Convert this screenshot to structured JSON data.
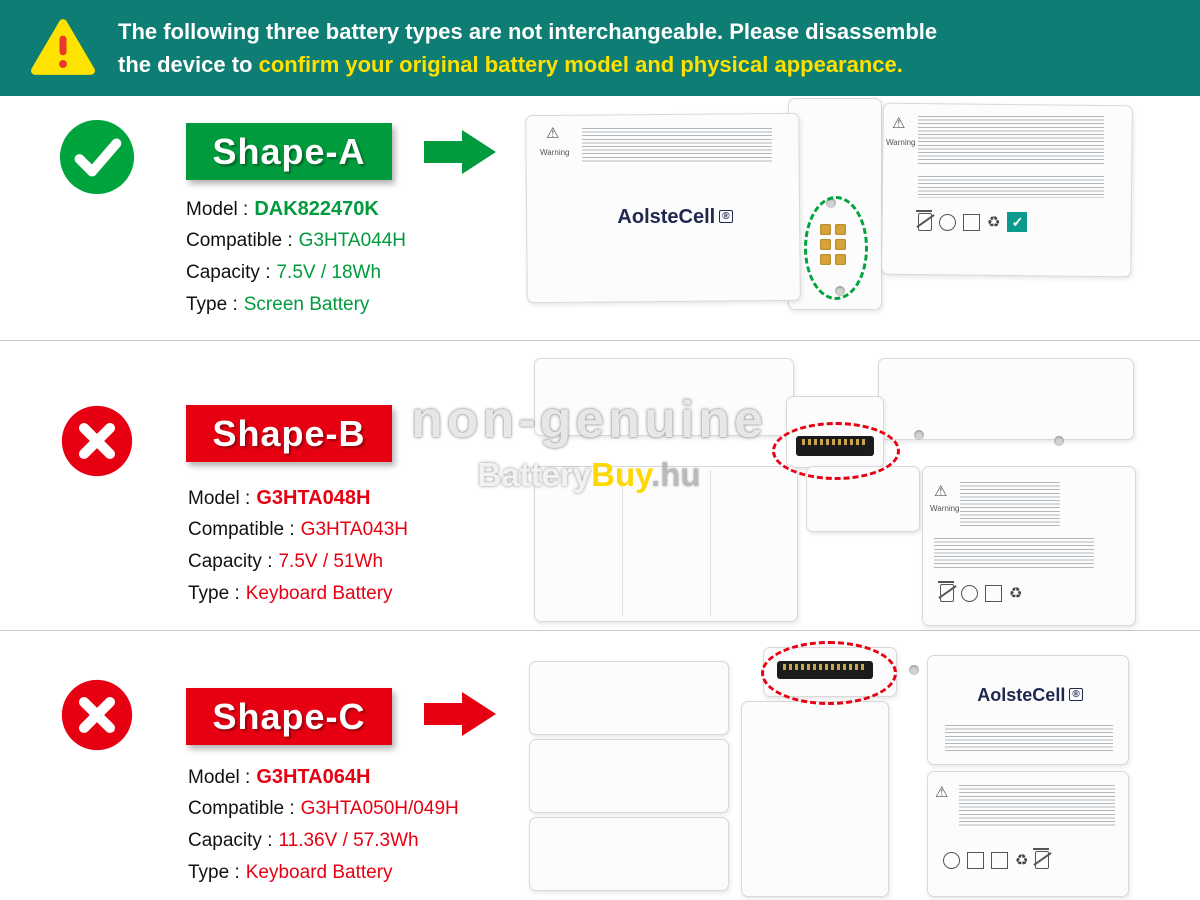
{
  "banner": {
    "line1": "The following three battery types are not interchangeable. Please disassemble",
    "line2_prefix": "the device to ",
    "line2_highlight": "confirm your original battery model and physical appearance."
  },
  "watermark": {
    "title": "non-genuine",
    "brand_part1": "Battery",
    "brand_part2": "Buy",
    "brand_part3": ".hu"
  },
  "glyphs": {
    "warning": "⚠",
    "check": "✓",
    "recycle": "♻"
  },
  "battery_brand": {
    "name": "AolsteCell",
    "reg": "®"
  },
  "warning_text": "Warning",
  "rows": [
    {
      "shape": "Shape-A",
      "verdict": "compatible",
      "fields": [
        {
          "label": "Model :",
          "value": "DAK822470K"
        },
        {
          "label": "Compatible :",
          "value": "G3HTA044H"
        },
        {
          "label": "Capacity :",
          "value": "7.5V / 18Wh"
        },
        {
          "label": "Type :",
          "value": "Screen Battery"
        }
      ]
    },
    {
      "shape": "Shape-B",
      "verdict": "not-compatible",
      "fields": [
        {
          "label": "Model :",
          "value": "G3HTA048H"
        },
        {
          "label": "Compatible :",
          "value": "G3HTA043H"
        },
        {
          "label": "Capacity :",
          "value": "7.5V / 51Wh"
        },
        {
          "label": "Type :",
          "value": "Keyboard Battery"
        }
      ]
    },
    {
      "shape": "Shape-C",
      "verdict": "not-compatible",
      "fields": [
        {
          "label": "Model :",
          "value": "G3HTA064H"
        },
        {
          "label": "Compatible :",
          "value": "G3HTA050H/049H"
        },
        {
          "label": "Capacity :",
          "value": "11.36V / 57.3Wh"
        },
        {
          "label": "Type :",
          "value": "Keyboard Battery"
        }
      ]
    }
  ],
  "colors": {
    "banner_bg": "#0e7d74",
    "highlight_yellow": "#ffe100",
    "green": "#009b3c",
    "red": "#e60012"
  }
}
